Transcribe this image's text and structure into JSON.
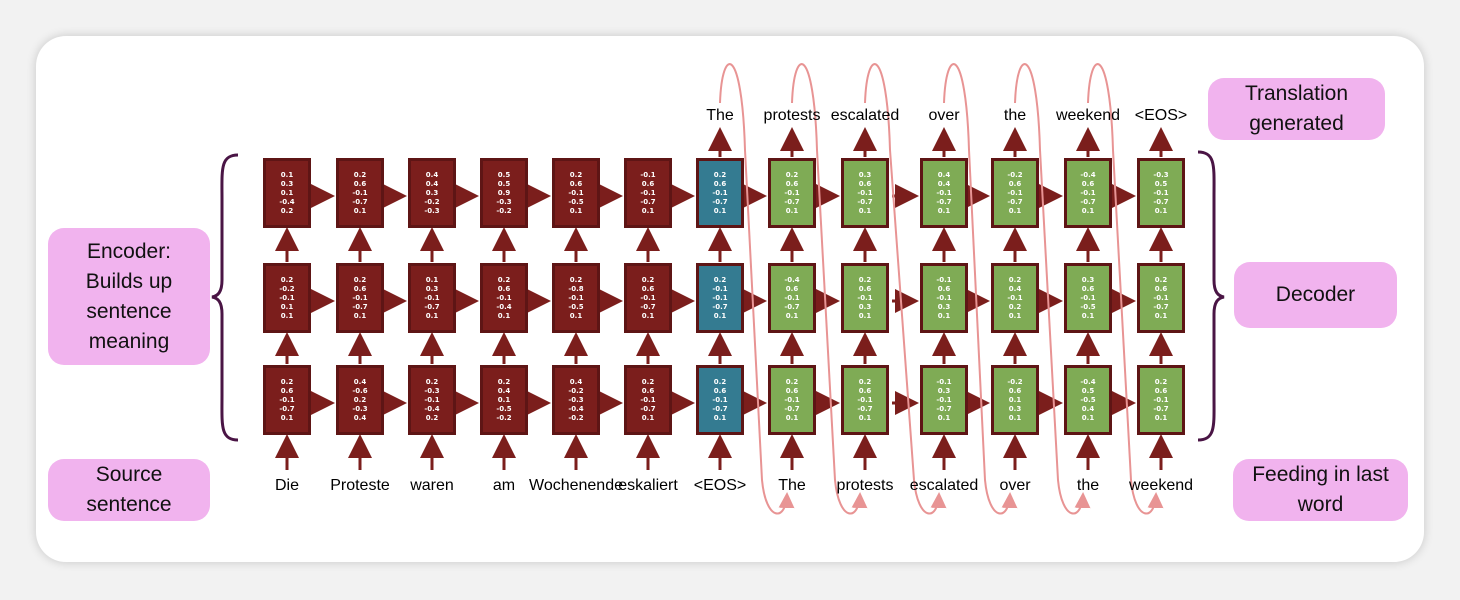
{
  "colors": {
    "encoder": "#7b1e1c",
    "bridge": "#347b91",
    "decoder": "#7fab55",
    "arrow": "#7b1e1c",
    "feedback": "#e89494",
    "pill": "#f1b3ee",
    "brace": "#4a1545"
  },
  "labels": {
    "translation": "Translation generated",
    "decoder": "Decoder",
    "feeding": "Feeding in last word",
    "encoder": "Encoder: Builds up sentence meaning",
    "source": "Source sentence"
  },
  "source_words": [
    "Die",
    "Proteste",
    "waren",
    "am",
    "Wochenende",
    "eskaliert",
    "<EOS>",
    "The",
    "protests",
    "escalated",
    "over",
    "the",
    "weekend"
  ],
  "output_words": [
    "The",
    "protests",
    "escalated",
    "over",
    "the",
    "weekend",
    "<EOS>"
  ],
  "columns": [
    {
      "type": "encoder",
      "top": [
        "0.1",
        "0.3",
        "0.1",
        "-0.4",
        "0.2"
      ],
      "mid": [
        "0.2",
        "-0.2",
        "-0.1",
        "0.1",
        "0.1"
      ],
      "bottom": [
        "0.2",
        "0.6",
        "-0.1",
        "-0.7",
        "0.1"
      ]
    },
    {
      "type": "encoder",
      "top": [
        "0.2",
        "0.6",
        "-0.1",
        "-0.7",
        "0.1"
      ],
      "mid": [
        "0.2",
        "0.6",
        "-0.1",
        "-0.7",
        "0.1"
      ],
      "bottom": [
        "0.4",
        "-0.6",
        "0.2",
        "-0.3",
        "0.4"
      ]
    },
    {
      "type": "encoder",
      "top": [
        "0.4",
        "0.4",
        "0.3",
        "-0.2",
        "-0.3"
      ],
      "mid": [
        "0.1",
        "0.3",
        "-0.1",
        "-0.7",
        "0.1"
      ],
      "bottom": [
        "0.2",
        "-0.3",
        "-0.1",
        "-0.4",
        "0.2"
      ]
    },
    {
      "type": "encoder",
      "top": [
        "0.5",
        "0.5",
        "0.9",
        "-0.3",
        "-0.2"
      ],
      "mid": [
        "0.2",
        "0.6",
        "-0.1",
        "-0.4",
        "0.1"
      ],
      "bottom": [
        "0.2",
        "0.4",
        "0.1",
        "-0.5",
        "-0.2"
      ]
    },
    {
      "type": "encoder",
      "top": [
        "0.2",
        "0.6",
        "-0.1",
        "-0.5",
        "0.1"
      ],
      "mid": [
        "0.2",
        "-0.8",
        "-0.1",
        "-0.5",
        "0.1"
      ],
      "bottom": [
        "0.4",
        "-0.2",
        "-0.3",
        "-0.4",
        "-0.2"
      ]
    },
    {
      "type": "encoder",
      "top": [
        "-0.1",
        "0.6",
        "-0.1",
        "-0.7",
        "0.1"
      ],
      "mid": [
        "0.2",
        "0.6",
        "-0.1",
        "-0.7",
        "0.1"
      ],
      "bottom": [
        "0.2",
        "0.6",
        "-0.1",
        "-0.7",
        "0.1"
      ]
    },
    {
      "type": "bridge",
      "top": [
        "0.2",
        "0.6",
        "-0.1",
        "-0.7",
        "0.1"
      ],
      "mid": [
        "0.2",
        "-0.1",
        "-0.1",
        "-0.7",
        "0.1"
      ],
      "bottom": [
        "0.2",
        "0.6",
        "-0.1",
        "-0.7",
        "0.1"
      ]
    },
    {
      "type": "decoder",
      "top": [
        "0.2",
        "0.6",
        "-0.1",
        "-0.7",
        "0.1"
      ],
      "mid": [
        "-0.4",
        "0.6",
        "-0.1",
        "-0.7",
        "0.1"
      ],
      "bottom": [
        "0.2",
        "0.6",
        "-0.1",
        "-0.7",
        "0.1"
      ]
    },
    {
      "type": "decoder",
      "top": [
        "0.3",
        "0.6",
        "-0.1",
        "-0.7",
        "0.1"
      ],
      "mid": [
        "0.2",
        "0.6",
        "-0.1",
        "0.3",
        "0.1"
      ],
      "bottom": [
        "0.2",
        "0.6",
        "-0.1",
        "-0.7",
        "0.1"
      ]
    },
    {
      "type": "decoder",
      "top": [
        "0.4",
        "0.4",
        "-0.1",
        "-0.7",
        "0.1"
      ],
      "mid": [
        "-0.1",
        "0.6",
        "-0.1",
        "0.3",
        "0.1"
      ],
      "bottom": [
        "-0.1",
        "0.3",
        "-0.1",
        "-0.7",
        "0.1"
      ]
    },
    {
      "type": "decoder",
      "top": [
        "-0.2",
        "0.6",
        "-0.1",
        "-0.7",
        "0.1"
      ],
      "mid": [
        "0.2",
        "0.4",
        "-0.1",
        "0.2",
        "0.1"
      ],
      "bottom": [
        "-0.2",
        "0.6",
        "0.1",
        "0.3",
        "0.1"
      ]
    },
    {
      "type": "decoder",
      "top": [
        "-0.4",
        "0.6",
        "-0.1",
        "-0.7",
        "0.1"
      ],
      "mid": [
        "0.3",
        "0.6",
        "-0.1",
        "-0.5",
        "0.1"
      ],
      "bottom": [
        "-0.4",
        "0.5",
        "-0.5",
        "0.4",
        "0.1"
      ]
    },
    {
      "type": "decoder",
      "top": [
        "-0.3",
        "0.5",
        "-0.1",
        "-0.7",
        "0.1"
      ],
      "mid": [
        "0.2",
        "0.6",
        "-0.1",
        "-0.7",
        "0.1"
      ],
      "bottom": [
        "0.2",
        "0.6",
        "-0.1",
        "-0.7",
        "0.1"
      ]
    }
  ]
}
